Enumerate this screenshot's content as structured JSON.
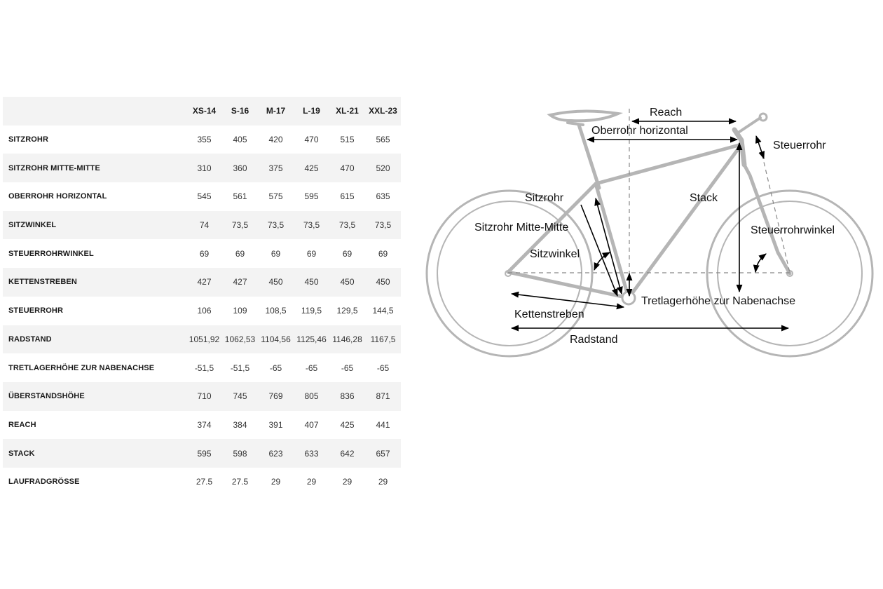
{
  "table": {
    "sizes": [
      "XS-14",
      "S-16",
      "M-17",
      "L-19",
      "XL-21",
      "XXL-23"
    ],
    "rows": [
      {
        "label": "SITZROHR",
        "values": [
          "355",
          "405",
          "420",
          "470",
          "515",
          "565"
        ]
      },
      {
        "label": "SITZROHR MITTE-MITTE",
        "values": [
          "310",
          "360",
          "375",
          "425",
          "470",
          "520"
        ]
      },
      {
        "label": "OBERROHR HORIZONTAL",
        "values": [
          "545",
          "561",
          "575",
          "595",
          "615",
          "635"
        ]
      },
      {
        "label": "SITZWINKEL",
        "values": [
          "74",
          "73,5",
          "73,5",
          "73,5",
          "73,5",
          "73,5"
        ]
      },
      {
        "label": "STEUERROHRWINKEL",
        "values": [
          "69",
          "69",
          "69",
          "69",
          "69",
          "69"
        ]
      },
      {
        "label": "KETTENSTREBEN",
        "values": [
          "427",
          "427",
          "450",
          "450",
          "450",
          "450"
        ]
      },
      {
        "label": "STEUERROHR",
        "values": [
          "106",
          "109",
          "108,5",
          "119,5",
          "129,5",
          "144,5"
        ]
      },
      {
        "label": "RADSTAND",
        "values": [
          "1051,92",
          "1062,53",
          "1104,56",
          "1125,46",
          "1146,28",
          "1167,5"
        ]
      },
      {
        "label": "TRETLAGERHÖHE ZUR NABENACHSE",
        "values": [
          "-51,5",
          "-51,5",
          "-65",
          "-65",
          "-65",
          "-65"
        ]
      },
      {
        "label": "ÜBERSTANDSHÖHE",
        "values": [
          "710",
          "745",
          "769",
          "805",
          "836",
          "871"
        ]
      },
      {
        "label": "REACH",
        "values": [
          "374",
          "384",
          "391",
          "407",
          "425",
          "441"
        ]
      },
      {
        "label": "STACK",
        "values": [
          "595",
          "598",
          "623",
          "633",
          "642",
          "657"
        ]
      },
      {
        "label": "LAUFRADGRÖSSE",
        "values": [
          "27.5",
          "27.5",
          "29",
          "29",
          "29",
          "29"
        ]
      }
    ]
  },
  "diagram": {
    "labels": {
      "reach": "Reach",
      "top_tube": "Oberrohr horizontal",
      "head_tube": "Steuerrohr",
      "seat_tube": "Sitzrohr",
      "stack": "Stack",
      "seat_tube_ctc": "Sitzrohr Mitte-Mitte",
      "head_angle": "Steuerrohrwinkel",
      "seat_angle": "Sitzwinkel",
      "bb_drop": "Tretlagerhöhe zur Nabenachse",
      "chainstay": "Kettenstreben",
      "wheelbase": "Radstand"
    },
    "colors": {
      "frame": "#b5b5b5",
      "dimension": "#000000",
      "reference": "#888888"
    }
  }
}
